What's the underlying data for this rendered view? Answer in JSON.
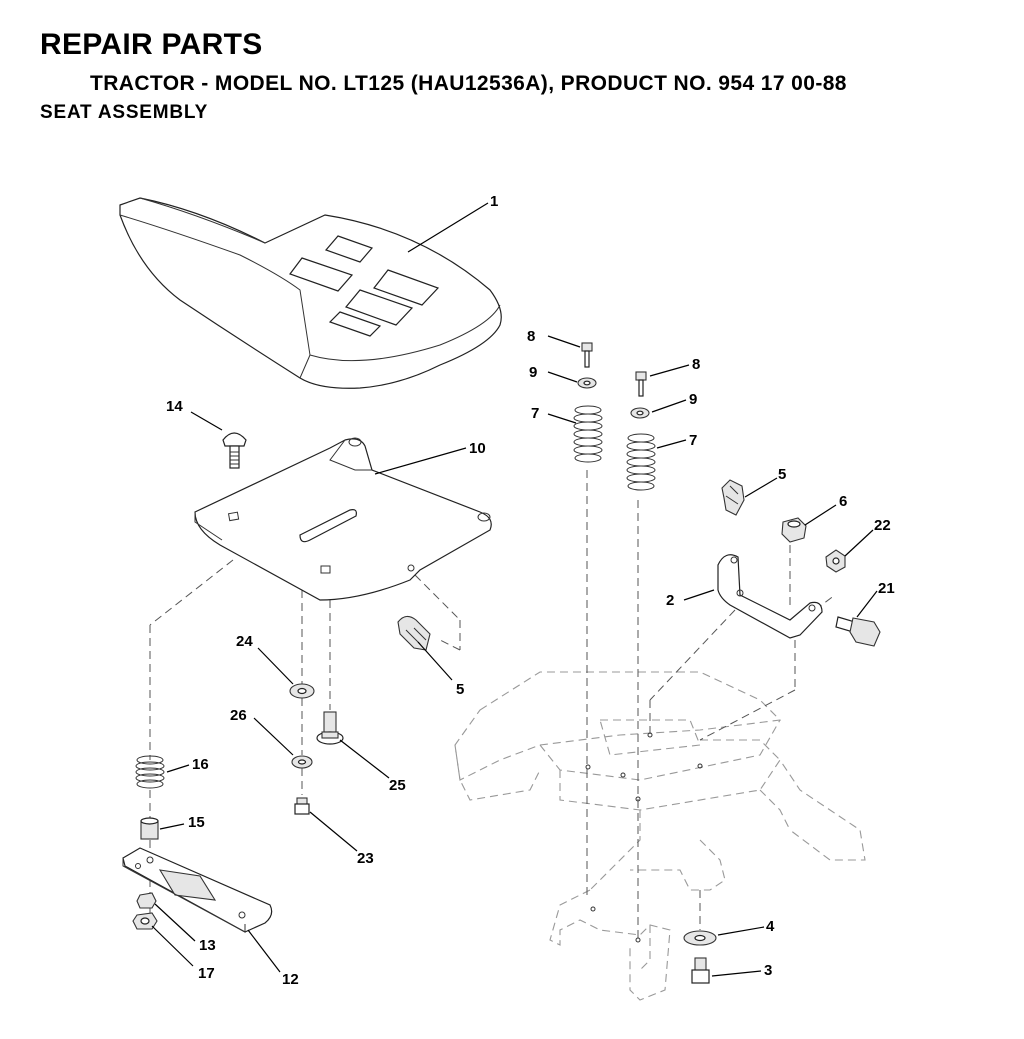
{
  "header": {
    "title": "REPAIR PARTS",
    "subtitle": "TRACTOR - MODEL NO. LT125 (HAU12536A), PRODUCT NO. 954 17 00-88",
    "section": "SEAT ASSEMBLY"
  },
  "callouts": {
    "c1": "1",
    "c2": "2",
    "c3": "3",
    "c4": "4",
    "c5a": "5",
    "c5b": "5",
    "c6": "6",
    "c7a": "7",
    "c7b": "7",
    "c8a": "8",
    "c8b": "8",
    "c9a": "9",
    "c9b": "9",
    "c10": "10",
    "c12": "12",
    "c13": "13",
    "c14": "14",
    "c15": "15",
    "c16": "16",
    "c17": "17",
    "c21": "21",
    "c22": "22",
    "c23": "23",
    "c24": "24",
    "c25": "25",
    "c26": "26"
  }
}
